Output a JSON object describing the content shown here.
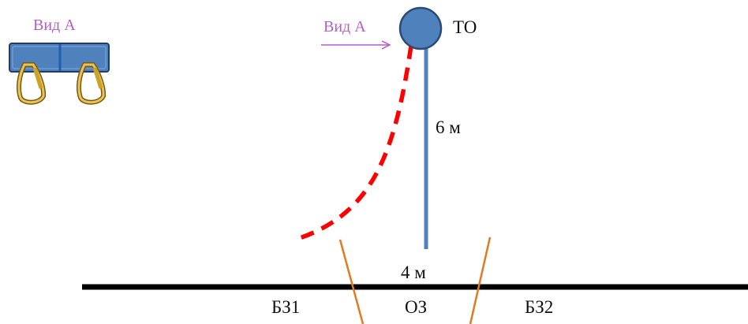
{
  "view_label_left": "Вид А",
  "view_label_arrow": "Вид А",
  "anchor_label": "ТО",
  "rope_length_label": "6 м",
  "gap_label": "4 м",
  "zones": {
    "left": "БЗ1",
    "center": "ОЗ",
    "right": "БЗ2"
  },
  "colors": {
    "anchor_fill": "#4f81bd",
    "anchor_stroke": "#2c4a78",
    "rope": "#4f81bd",
    "swing_path": "#ff0000",
    "zone_lines": "#e07a23",
    "ground": "#000000",
    "view_label": "#b45cc8",
    "carabiner": "#c9a227",
    "bracket": "#4f81bd"
  },
  "icons": {
    "bracket": "anchor-bracket-icon",
    "carabiner": "carabiner-icon"
  }
}
